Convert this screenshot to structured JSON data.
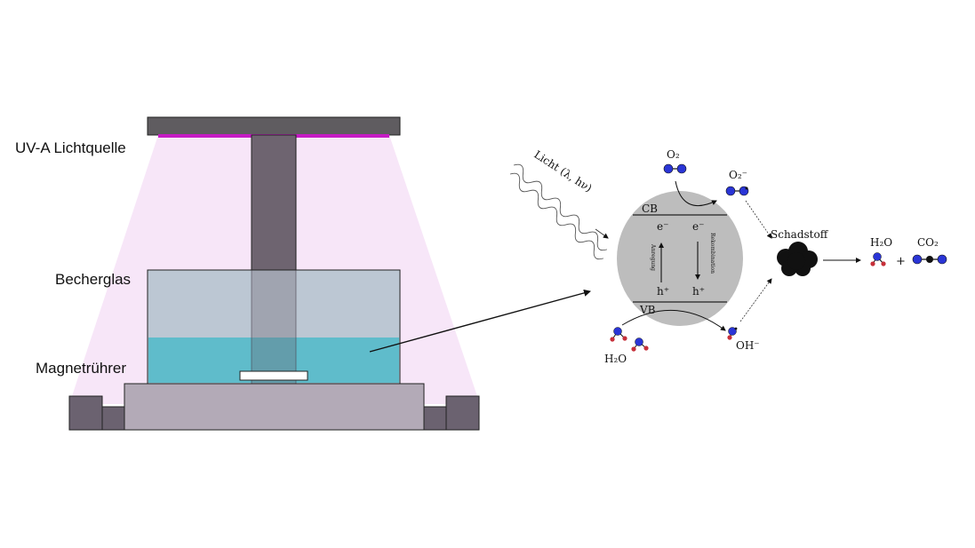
{
  "setup": {
    "light_source_label": "UV-A Lichtquelle",
    "beaker_label": "Becherglas",
    "stirrer_label": "Magnetrührer"
  },
  "photocatalysis": {
    "light_label": "Licht (λ, hν)",
    "conduction_band": "CB",
    "valence_band": "VB",
    "electron": "e⁻",
    "hole": "h⁺",
    "excitation_label": "Anregung",
    "recombination_label": "Rekombination",
    "oxygen": "O₂",
    "superoxide": "O₂⁻",
    "water_in": "H₂O",
    "hydroxyl": "OH⁻",
    "pollutant": "Schadstoff",
    "product_water": "H₂O",
    "plus": "+",
    "product_co2": "CO₂"
  },
  "colors": {
    "uv_glow": "#f7e6f8",
    "uv_lamp": "#c51cc4",
    "dark_gray": "#6b6270",
    "water": "#5fbccb",
    "glass": "#bcc7d3",
    "stirrer_body": "#b3aab7",
    "catalyst": "#bdbdbd",
    "molecule_blue": "#2a35d6",
    "molecule_red": "#c6303a"
  }
}
